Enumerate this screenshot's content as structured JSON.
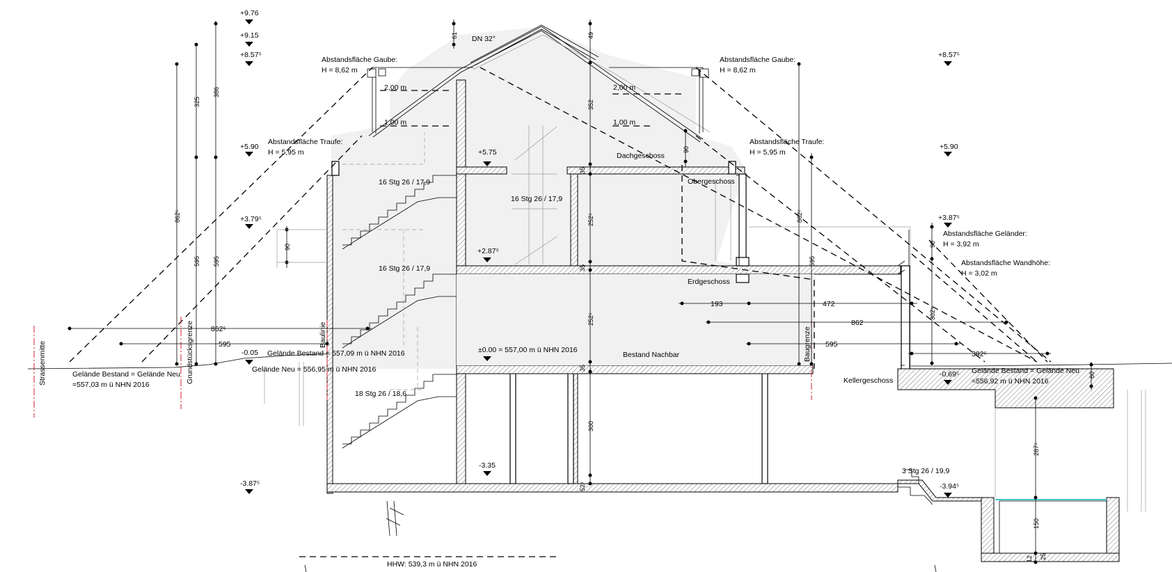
{
  "levels": [
    {
      "id": "l976",
      "label": "+9.76"
    },
    {
      "id": "l915",
      "label": "+9.15"
    },
    {
      "id": "l857",
      "label": "+8.57⁵"
    },
    {
      "id": "l857r",
      "label": "+8.57⁵"
    },
    {
      "id": "l590",
      "label": "+5.90"
    },
    {
      "id": "l590r",
      "label": "+5.90"
    },
    {
      "id": "l575",
      "label": "+5.75"
    },
    {
      "id": "l379",
      "label": "+3.79⁵"
    },
    {
      "id": "l387r",
      "label": "+3.87⁵"
    },
    {
      "id": "l287",
      "label": "+2.87⁵"
    },
    {
      "id": "l005",
      "label": "-0.05"
    },
    {
      "id": "l000",
      "label": "±0.00 = 557,00 m ü NHN 2016"
    },
    {
      "id": "l069r",
      "label": "-0.69⁵"
    },
    {
      "id": "l335",
      "label": "-3.35"
    },
    {
      "id": "l387",
      "label": "-3.87⁵"
    },
    {
      "id": "l394r",
      "label": "-3.94⁵"
    }
  ],
  "annotations": {
    "roof_pitch": "DN 32°",
    "gable_left_title": "Abstandsfläche Gaube:",
    "gable_left_height": "H = 8,62 m",
    "gable_right_title": "Abstandsfläche Gaube:",
    "gable_right_height": "H = 8,62 m",
    "eaves_left_title": "Abstandsfläche Traufe:",
    "eaves_left_height": "H = 5,95 m",
    "eaves_right_title": "Abstandsfläche Traufe:",
    "eaves_right_height": "H = 5,95 m",
    "railing_title": "Abstandsfläche Geländer:",
    "railing_height": "H = 3,92 m",
    "wall_title": "Abstandsfläche Wandhöhe:",
    "wall_height": "H = 3,02 m",
    "offset_200_l": "2,00 m",
    "offset_100_l": "1,00 m",
    "offset_200_r": "2,00 m",
    "offset_100_r": "1,00 m",
    "terrain_left_1": "Gelände Bestand = Gelände Neu",
    "terrain_left_2": "=557,03 m ü NHN 2016",
    "terrain_mid_1": "Gelände Bestand = 557,09 m ü NHN 2016",
    "terrain_mid_2": "Gelände Neu = 556,95 m ü NHN 2016",
    "terrain_right_1": "Gelände Bestand = Gelände Neu",
    "terrain_right_2": "=556,92 m ü NHN 2016",
    "hhw": "HHW: 539,3 m ü NHN 2016",
    "street_center": "Strassenmitte",
    "property_line": "Grundstücksgrenze",
    "building_line": "Baulinie",
    "building_limit": "Baugrenze"
  },
  "rooms": {
    "attic": "Dachgeschoss",
    "upper": "Obergeschoss",
    "ground": "Erdgeschoss",
    "existing": "Bestand Nachbar",
    "cellar": "Kellergeschoss"
  },
  "stairs": {
    "s1": "16 Stg 26 / 17,9",
    "s2": "16 Stg 26 / 17,9",
    "s3": "16 Stg 26 / 17,9",
    "s4": "18 Stg 26 / 18,6",
    "s5": "3 Stg 26 / 19,9"
  },
  "dimensions": {
    "d61": "61",
    "d49": "49",
    "d352": "352",
    "d35a": "35",
    "d252a": "252⁵",
    "d35b": "35",
    "d252b": "252⁵",
    "d35c": "35",
    "d300": "300",
    "d52": "52⁵",
    "v862": "862⁵",
    "v325": "325",
    "v595a": "595",
    "v386": "386",
    "v595b": "595",
    "v90": "90",
    "r862": "862⁵",
    "r595": "595",
    "r90": "90",
    "r302": "302⁵",
    "r60": "60",
    "r287": "287⁵",
    "r150": "150",
    "r12": "12",
    "r25": "25",
    "g90": "90",
    "h862": "862⁵",
    "h595": "595",
    "h193": "193",
    "h472": "472",
    "h862b": "862",
    "h595b": "595",
    "h392": "392⁵"
  }
}
